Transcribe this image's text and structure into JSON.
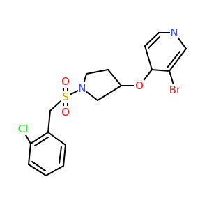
{
  "colors": {
    "background": "#ffffff",
    "bond": "#000000",
    "N": "#3050F8",
    "O": "#FF0D0D",
    "S": "#C8A000",
    "Br": "#A62929",
    "Cl": "#1FF01F"
  },
  "atoms": {
    "pyridine_n": "N",
    "ether_o": "O",
    "bromo": "Br",
    "pyrrolidine_n": "N",
    "sulfur": "S",
    "sulfonyl_o_top": "O",
    "sulfonyl_o_bottom": "O",
    "chloro": "Cl"
  }
}
